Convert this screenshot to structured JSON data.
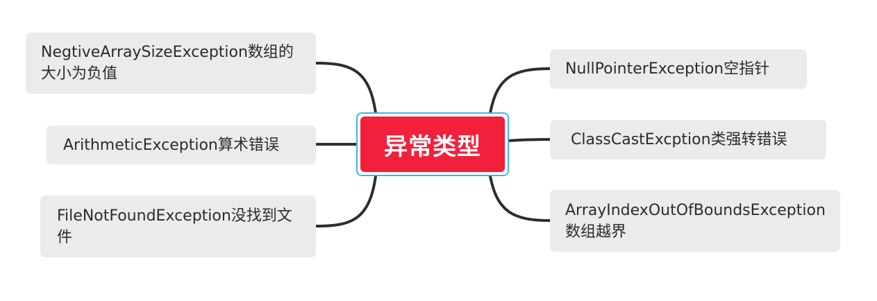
{
  "root": {
    "label": "异常类型",
    "fill_color": "#f2203a",
    "frame_color": "#3fb4e6",
    "text_color": "#ffffff"
  },
  "branches": {
    "left": [
      {
        "label": "NegtiveArraySizeException数组的大小为负值"
      },
      {
        "label": "ArithmeticException算术错误"
      },
      {
        "label": "FileNotFoundException没找到文件"
      }
    ],
    "right": [
      {
        "label": "NullPointerException空指针"
      },
      {
        "label": "ClassCastExcption类强转错误"
      },
      {
        "label": "ArrayIndexOutOfBoundsException数组越界"
      }
    ]
  },
  "colors": {
    "node_background": "#ebebeb",
    "node_text": "#2b2b2b",
    "connector": "#2d2d2d"
  }
}
